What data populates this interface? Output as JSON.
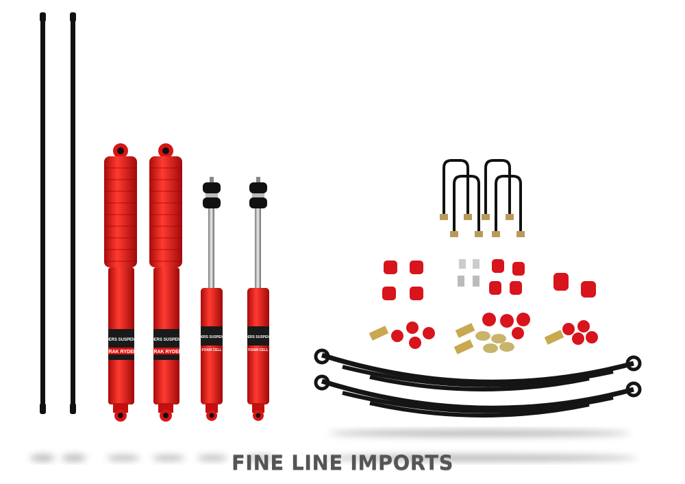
{
  "product_photo": {
    "brand_label": "PEDDERS SUSPENSION",
    "shock_front_label": "TRAK RYDER",
    "shock_rear_label": "FOAM CELL",
    "watermark": "FINE LINE IMPORTS",
    "colors": {
      "shock_red": "#e01a1a",
      "bar_black": "#111111",
      "brass": "#b89a5a",
      "background": "#ffffff"
    }
  }
}
